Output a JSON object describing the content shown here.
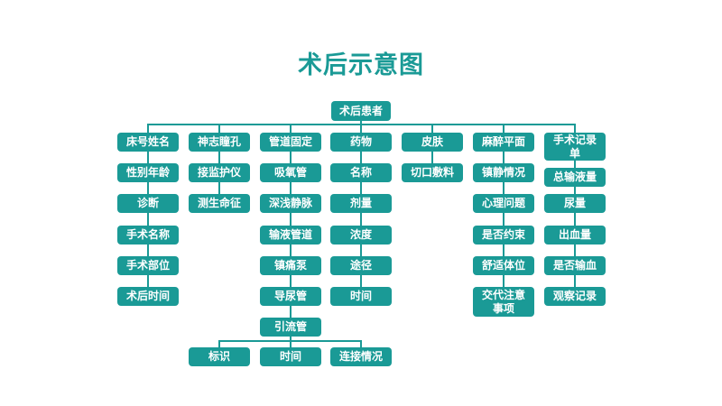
{
  "title": "术后示意图",
  "colors": {
    "accent": "#1a9a96",
    "background": "#ffffff",
    "node_text": "#ffffff"
  },
  "root": "术后患者",
  "columns": [
    {
      "head": "床号姓名",
      "items": [
        "性别年龄",
        "诊断",
        "手术名称",
        "手术部位",
        "术后时间"
      ]
    },
    {
      "head": "神志瞳孔",
      "items": [
        "接监护仪",
        "测生命征"
      ]
    },
    {
      "head": "管道固定",
      "items": [
        "吸氧管",
        "深浅静脉",
        "输液管道",
        "镇痛泵",
        "导尿管",
        "引流管"
      ],
      "sub_children": [
        "标识",
        "时间",
        "连接情况"
      ]
    },
    {
      "head": "药物",
      "items": [
        "名称",
        "剂量",
        "浓度",
        "途径",
        "时间"
      ]
    },
    {
      "head": "皮肤",
      "items": [
        "切口敷料"
      ]
    },
    {
      "head": "麻醉平面",
      "items": [
        "镇静情况",
        "心理问题",
        "是否约束",
        "舒适体位",
        "交代注意事项"
      ]
    },
    {
      "head": "手术记录单",
      "items": [
        "总输液量",
        "尿量",
        "出血量",
        "是否输血",
        "观察记录"
      ]
    }
  ]
}
